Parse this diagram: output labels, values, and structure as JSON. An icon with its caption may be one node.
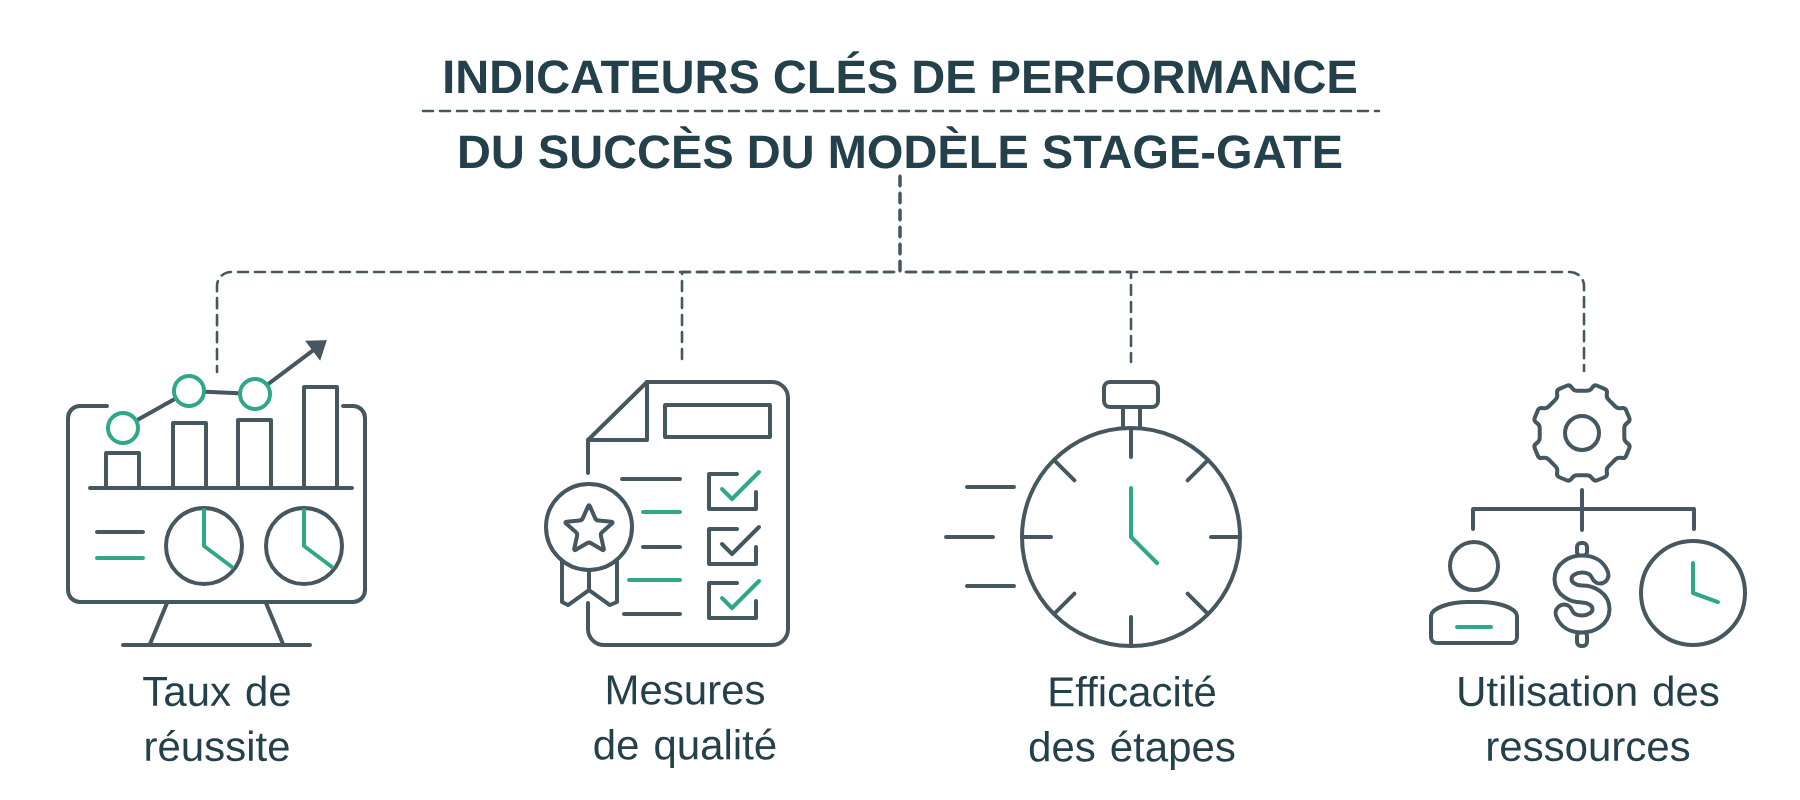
{
  "diagram": {
    "nodes": [
      {
        "text": [
          "INDICATEURS CLÉS DE PERFORMANCE",
          "DU SUCCÈS DU MODÈLE STAGE-GATE"
        ]
      },
      {
        "text": [],
        "shape": "picture",
        "beside": [
          "Taux de réussite"
        ]
      },
      {
        "text": [],
        "shape": "picture",
        "beside": [
          "Mesures de qualité"
        ]
      },
      {
        "text": [],
        "shape": "picture",
        "beside": [
          "Efficacité des étapes"
        ]
      },
      {
        "text": [],
        "shape": "picture",
        "beside": [
          "Utilisation des ressources"
        ]
      }
    ],
    "edges": [
      {
        "from": 0,
        "to": 1,
        "arrow": "none",
        "style": "dashed"
      },
      {
        "from": 0,
        "to": 2,
        "arrow": "none",
        "style": "dashed"
      },
      {
        "from": 0,
        "to": 3,
        "arrow": "none",
        "style": "dashed"
      },
      {
        "from": 0,
        "to": 4,
        "arrow": "none",
        "style": "dashed"
      }
    ]
  }
}
